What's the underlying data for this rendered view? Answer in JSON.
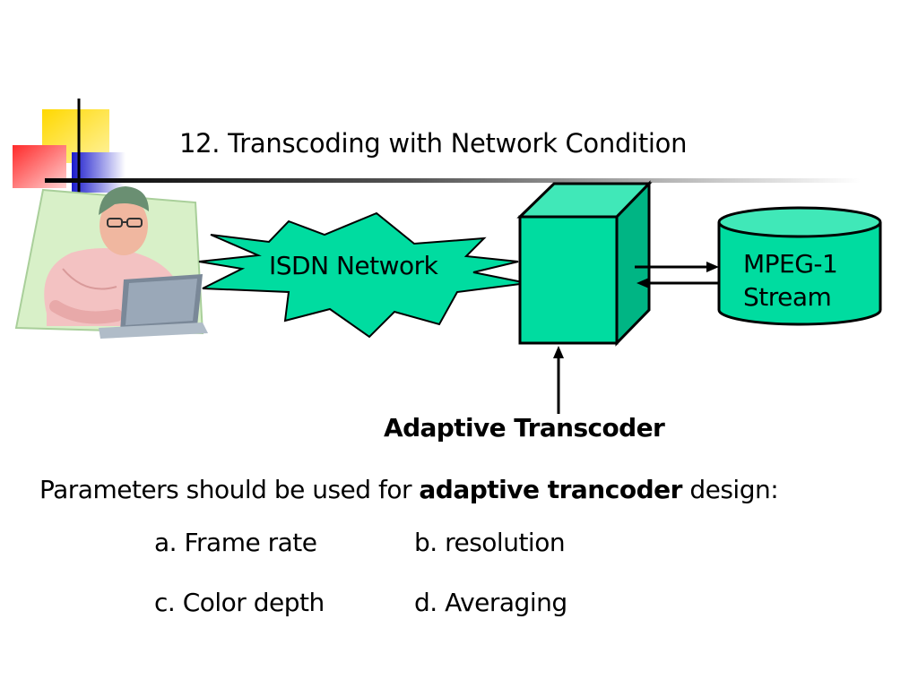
{
  "slide": {
    "title": "12. Transcoding with Network Condition"
  },
  "diagram": {
    "network_label": "ISDN Network",
    "stream_label_line1": "MPEG-1",
    "stream_label_line2": "Stream",
    "transcoder_label": "Adaptive Transcoder"
  },
  "parameters": {
    "intro": "Parameters should be used for ",
    "emphasis": "adaptive trancoder",
    "outro": " design:",
    "items": [
      "a. Frame rate",
      "b. resolution",
      "c. Color depth",
      "d. Averaging"
    ]
  },
  "colors": {
    "teal_fill": "#00dca0",
    "accent_yellow": "#ffd800",
    "accent_red": "#ff2a2a",
    "accent_blue": "#1a1acc"
  }
}
